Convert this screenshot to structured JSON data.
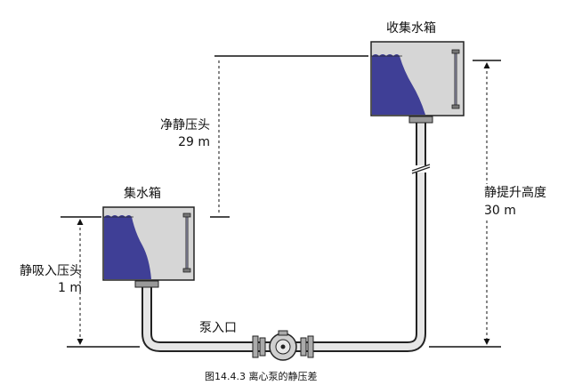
{
  "labels": {
    "upper_tank": "收集水箱",
    "lower_tank": "集水箱",
    "static_head_label": "净静压头",
    "static_head_value": "29 m",
    "static_suction_label": "静吸入压头",
    "static_suction_value": "1 m",
    "static_lift_label": "静提升高度",
    "static_lift_value": "30 m",
    "pump_inlet": "泵入口",
    "caption": "图14.4.3  离心泵的静压差"
  },
  "colors": {
    "water": "#3f3f96",
    "tank_body": "#d6d6d6",
    "tank_outline": "#222222",
    "pipe_fill": "#e6e6e6",
    "line": "#111111"
  }
}
